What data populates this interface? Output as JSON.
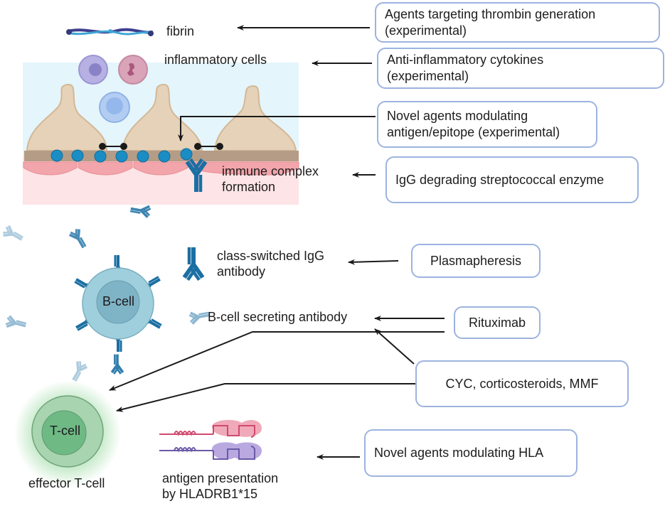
{
  "diagram": {
    "labels": {
      "fibrin": "fibrin",
      "inflammatory_cells": "inflammatory cells",
      "immune_complex": "immune complex\nformation",
      "class_switched": "class-switched IgG\nantibody",
      "b_cell_secreting": "B-cell secreting antibody",
      "effector_t_cell": "effector T-cell",
      "antigen_presentation": "antigen presentation\nby HLADRB1*15",
      "b_cell": "B-cell",
      "t_cell": "T-cell"
    },
    "therapies": [
      {
        "id": "thrombin",
        "text": "Agents targeting thrombin generation\n(experimental)"
      },
      {
        "id": "cytokines",
        "text": "Anti-inflammatory cytokines\n(experimental)"
      },
      {
        "id": "epitope",
        "text": "Novel agents modulating\nantigen/epitope (experimental)"
      },
      {
        "id": "ides",
        "text": "IgG degrading streptococcal enzyme"
      },
      {
        "id": "plasmapheresis",
        "text": "Plasmapheresis"
      },
      {
        "id": "rituximab",
        "text": "Rituximab"
      },
      {
        "id": "cyc",
        "text": "CYC, corticosteroids, MMF"
      },
      {
        "id": "hla",
        "text": "Novel agents modulating HLA"
      }
    ],
    "colors": {
      "box_border": "#9db3df",
      "glomerulus_bg": "#e4f5fc",
      "tissue_bg": "#fde4e6",
      "podocyte": "#e6d2b8",
      "gbm": "#b59c86",
      "antigen": "#1a8dc4",
      "antibody": "#1b6fa3",
      "b_cell": "#9fcfdc",
      "t_cell": "#a9d4b0"
    }
  }
}
